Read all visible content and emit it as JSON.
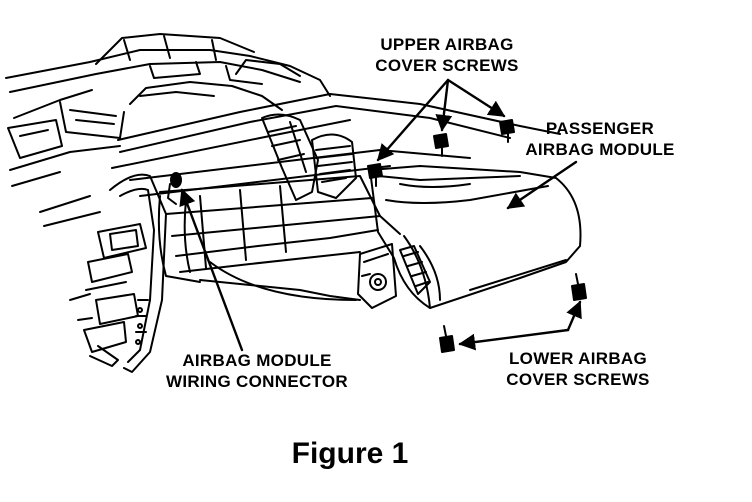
{
  "labels": {
    "upper_screws": [
      "UPPER AIRBAG",
      "COVER SCREWS"
    ],
    "passenger_module": [
      "PASSENGER",
      "AIRBAG MODULE"
    ],
    "wiring_connector": [
      "AIRBAG MODULE",
      "WIRING CONNECTOR"
    ],
    "lower_screws": [
      "LOWER AIRBAG",
      "COVER SCREWS"
    ]
  },
  "caption": "Figure 1",
  "colors": {
    "ink": "#000000",
    "paper": "#ffffff"
  }
}
